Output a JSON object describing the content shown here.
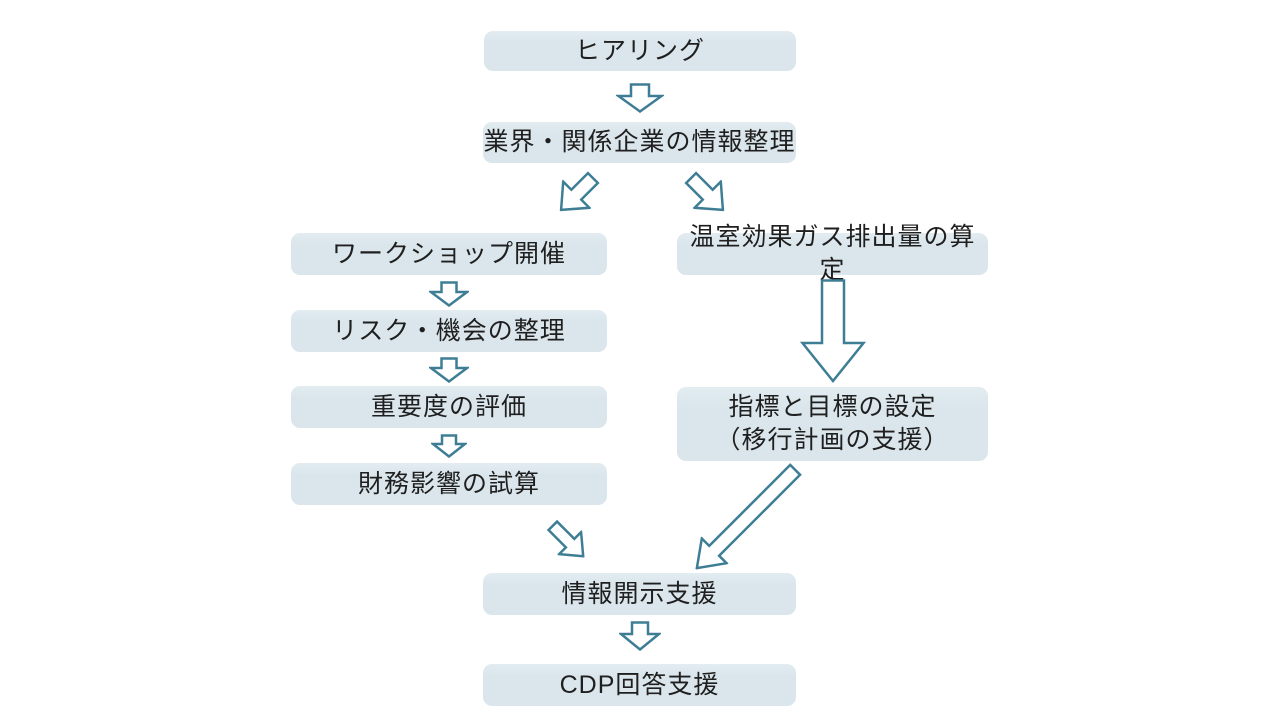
{
  "diagram": {
    "type": "flowchart",
    "colors": {
      "background": "#ffffff",
      "box_fill": "#dae6ec",
      "arrow_stroke": "#3e7e95",
      "arrow_fill": "#ffffff",
      "text": "#1f1f1f"
    },
    "nodes": {
      "hearing": "ヒアリング",
      "info_org": "業界・関係企業の情報整理",
      "workshop": "ワークショップ開催",
      "risk": "リスク・機会の整理",
      "importance": "重要度の評価",
      "financial": "財務影響の試算",
      "ghg": "温室効果ガス排出量の算定",
      "targets_line1": "指標と目標の設定",
      "targets_line2": "（移行計画の支援）",
      "disclosure": "情報開示支援",
      "cdp": "CDP回答支援"
    },
    "flow": [
      "hearing -> info_org",
      "info_org -> workshop",
      "info_org -> ghg",
      "workshop -> risk",
      "risk -> importance",
      "importance -> financial",
      "ghg -> targets",
      "financial -> disclosure",
      "targets -> disclosure",
      "disclosure -> cdp"
    ]
  }
}
